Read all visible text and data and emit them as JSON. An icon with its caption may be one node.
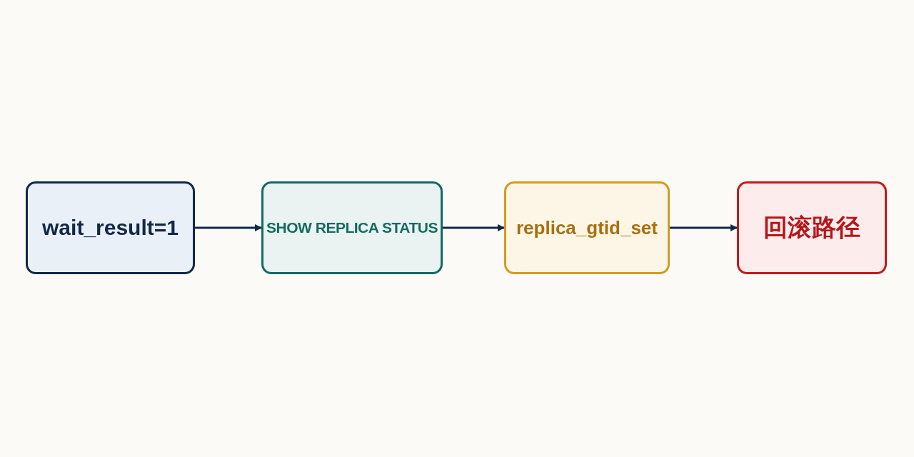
{
  "diagram": {
    "nodes": [
      {
        "text": [
          "wait_result=1"
        ]
      },
      {
        "text": [
          "SHOW REPLICA STATUS"
        ]
      },
      {
        "text": [
          "replica_gtid_set"
        ]
      },
      {
        "text": [
          "回滚路径"
        ]
      }
    ],
    "edges": [
      {
        "from": 0,
        "to": 1,
        "arrow": "to"
      },
      {
        "from": 1,
        "to": 2,
        "arrow": "to"
      },
      {
        "from": 2,
        "to": 3,
        "arrow": "to"
      }
    ]
  }
}
